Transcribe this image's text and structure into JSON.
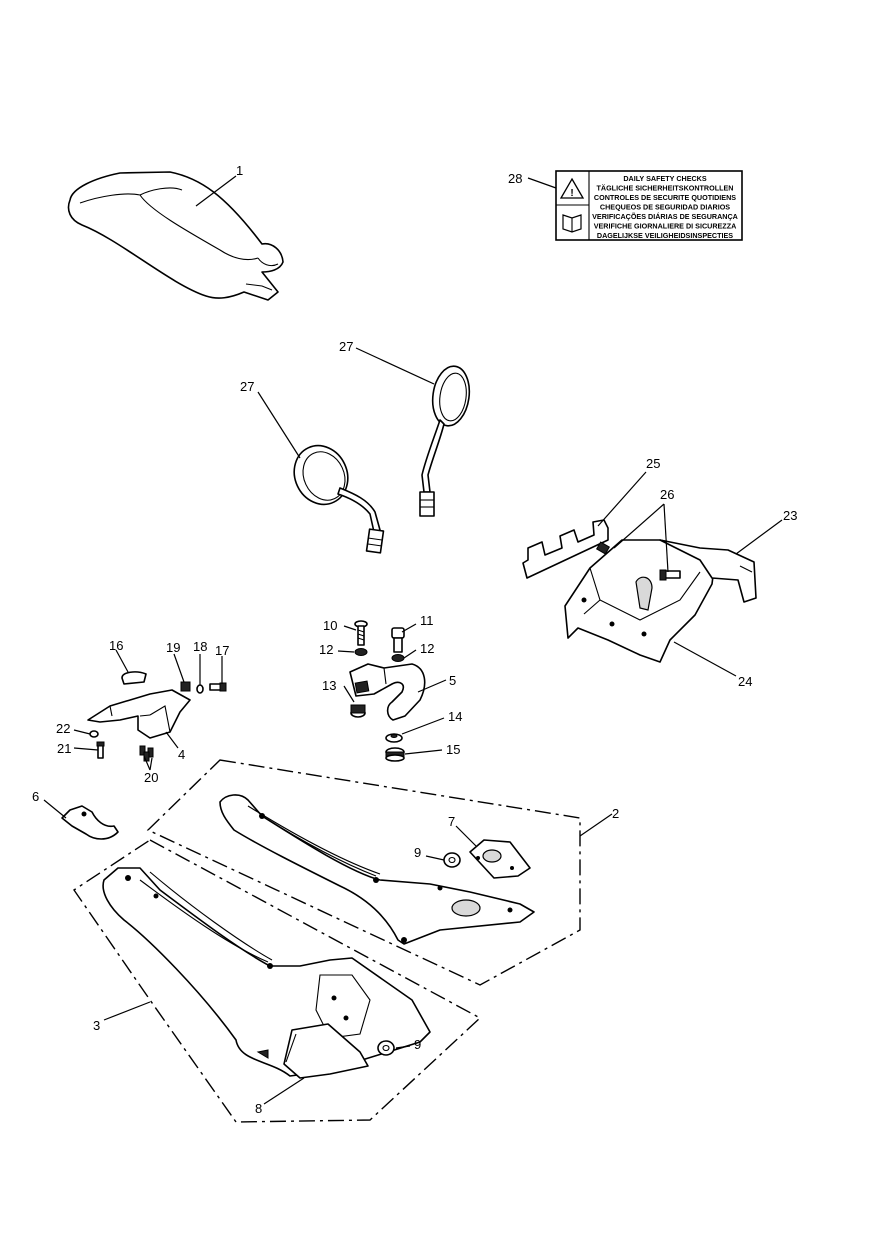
{
  "callouts": [
    "1",
    "2",
    "3",
    "4",
    "5",
    "6",
    "7",
    "8",
    "9",
    "9",
    "10",
    "11",
    "12",
    "12",
    "13",
    "14",
    "15",
    "16",
    "17",
    "18",
    "19",
    "20",
    "21",
    "22",
    "23",
    "24",
    "25",
    "26",
    "27",
    "27",
    "28"
  ],
  "safety_label": {
    "lines": [
      "DAILY SAFETY CHECKS",
      "TÄGLICHE SICHERHEITSKONTROLLEN",
      "CONTROLES DE SECURITE QUOTIDIENS",
      "CHEQUEOS DE SEGURIDAD DIARIOS",
      "VERIFICAÇÕES DIÁRIAS DE SEGURANÇA",
      "VERIFICHE GIORNALIERE DI SICUREZZA",
      "DAGELIJKSE VEILIGHEIDSINSPECTIES"
    ]
  }
}
